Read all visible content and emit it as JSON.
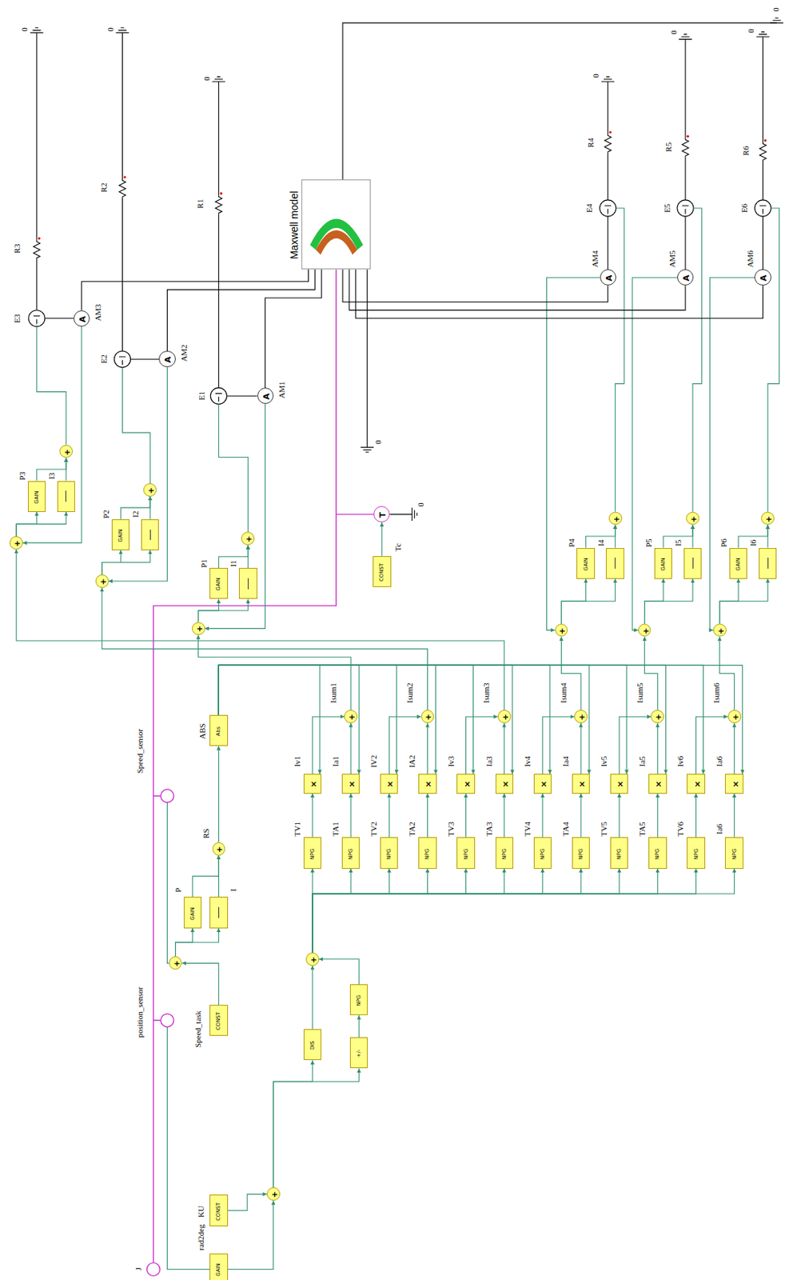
{
  "diagram": {
    "nodes": [
      {
        "text": [
          "Maxwell model"
        ]
      },
      {
        "text": [
          "AM3",
          "A"
        ]
      },
      {
        "text": [
          "AM2",
          "A"
        ]
      },
      {
        "text": [
          "AM1",
          "A"
        ]
      },
      {
        "text": [
          "AM4",
          "A"
        ]
      },
      {
        "text": [
          "AM5",
          "A"
        ]
      },
      {
        "text": [
          "AM6",
          "A"
        ]
      },
      {
        "text": [
          "T"
        ]
      },
      {
        "text": [
          "Tc",
          "CONST"
        ]
      },
      {
        "text": [
          "+"
        ]
      },
      {
        "text": [
          "P3",
          "GAIN"
        ]
      },
      {
        "text": [
          "I3"
        ]
      },
      {
        "text": [
          "+"
        ]
      },
      {
        "text": [
          "+"
        ]
      },
      {
        "text": [
          "P2",
          "GAIN"
        ]
      },
      {
        "text": [
          "I2"
        ]
      },
      {
        "text": [
          "+"
        ]
      },
      {
        "text": [
          "+"
        ]
      },
      {
        "text": [
          "P1",
          "GAIN"
        ]
      },
      {
        "text": [
          "I1"
        ]
      },
      {
        "text": [
          "+"
        ]
      },
      {
        "text": [
          "+"
        ]
      },
      {
        "text": [
          "P4",
          "GAIN"
        ]
      },
      {
        "text": [
          "I4"
        ]
      },
      {
        "text": [
          "+"
        ]
      },
      {
        "text": [
          "+"
        ]
      },
      {
        "text": [
          "P5",
          "GAIN"
        ]
      },
      {
        "text": [
          "I5"
        ]
      },
      {
        "text": [
          "+"
        ]
      },
      {
        "text": [
          "+"
        ]
      },
      {
        "text": [
          "P6",
          "GAIN"
        ]
      },
      {
        "text": [
          "I6"
        ]
      },
      {
        "text": [
          "+"
        ]
      },
      {
        "text": [
          "ABS",
          "Abs"
        ]
      },
      {
        "text": [
          "RS",
          "+"
        ]
      },
      {
        "text": [
          "P",
          "GAIN"
        ]
      },
      {
        "text": [
          "I"
        ]
      },
      {
        "text": [
          "+"
        ]
      },
      {
        "text": [
          "Speed_task",
          "CONST"
        ]
      },
      {
        "text": [
          "Isum1",
          "+"
        ]
      },
      {
        "text": [
          "Iv1",
          "×"
        ]
      },
      {
        "text": [
          "Ia1",
          "×"
        ]
      },
      {
        "text": [
          "TV1",
          "NPG"
        ]
      },
      {
        "text": [
          "TA1",
          "NPG"
        ]
      },
      {
        "text": [
          "Isum2",
          "+"
        ]
      },
      {
        "text": [
          "IV2",
          "×"
        ]
      },
      {
        "text": [
          "IA2",
          "×"
        ]
      },
      {
        "text": [
          "TV2",
          "NPG"
        ]
      },
      {
        "text": [
          "TA2",
          "NPG"
        ]
      },
      {
        "text": [
          "Isum3",
          "+"
        ]
      },
      {
        "text": [
          "Iv3",
          "×"
        ]
      },
      {
        "text": [
          "Ia3",
          "×"
        ]
      },
      {
        "text": [
          "TV3",
          "NPG"
        ]
      },
      {
        "text": [
          "TA3",
          "NPG"
        ]
      },
      {
        "text": [
          "Isum4",
          "+"
        ]
      },
      {
        "text": [
          "Iv4",
          "×"
        ]
      },
      {
        "text": [
          "Ia4",
          "×"
        ]
      },
      {
        "text": [
          "TV4",
          "NPG"
        ]
      },
      {
        "text": [
          "TA4",
          "NPG"
        ]
      },
      {
        "text": [
          "Isum5",
          "+"
        ]
      },
      {
        "text": [
          "Iv5",
          "×"
        ]
      },
      {
        "text": [
          "Ia5",
          "×"
        ]
      },
      {
        "text": [
          "TV5",
          "NPG"
        ]
      },
      {
        "text": [
          "TA5",
          "NPG"
        ]
      },
      {
        "text": [
          "Isum6",
          "+"
        ]
      },
      {
        "text": [
          "Iv6",
          "×"
        ]
      },
      {
        "text": [
          "Ia6",
          "×"
        ]
      },
      {
        "text": [
          "TV6",
          "NPG"
        ]
      },
      {
        "text": [
          "Ia6",
          "NPG"
        ]
      },
      {
        "text": [
          "+"
        ]
      },
      {
        "text": [
          "DIS"
        ]
      },
      {
        "text": [
          "NPG"
        ]
      },
      {
        "text": [
          "+/-"
        ]
      },
      {
        "text": [
          "+"
        ]
      },
      {
        "text": [
          "KU",
          "CONST"
        ]
      },
      {
        "text": [
          "rad2deg",
          "GAIN"
        ]
      }
    ],
    "edges": [
      {
        "from": 74,
        "to": 73,
        "arrow": "to"
      },
      {
        "from": 75,
        "to": 73,
        "arrow": "to"
      },
      {
        "from": 73,
        "to": 70,
        "arrow": "to"
      },
      {
        "from": 73,
        "to": 72,
        "arrow": "to"
      },
      {
        "from": 72,
        "to": 71,
        "arrow": "to"
      },
      {
        "from": 70,
        "to": 69,
        "arrow": "to"
      },
      {
        "from": 71,
        "to": 69,
        "arrow": "to"
      },
      {
        "from": 69,
        "to": 42,
        "arrow": "to"
      },
      {
        "from": 69,
        "to": 43,
        "arrow": "to"
      },
      {
        "from": 69,
        "to": 47,
        "arrow": "to"
      },
      {
        "from": 69,
        "to": 48,
        "arrow": "to"
      },
      {
        "from": 69,
        "to": 52,
        "arrow": "to"
      },
      {
        "from": 69,
        "to": 53,
        "arrow": "to"
      },
      {
        "from": 69,
        "to": 57,
        "arrow": "to"
      },
      {
        "from": 69,
        "to": 58,
        "arrow": "to"
      },
      {
        "from": 69,
        "to": 62,
        "arrow": "to"
      },
      {
        "from": 69,
        "to": 63,
        "arrow": "to"
      },
      {
        "from": 69,
        "to": 67,
        "arrow": "to"
      },
      {
        "from": 69,
        "to": 68,
        "arrow": "to"
      },
      {
        "from": 42,
        "to": 40,
        "arrow": "to"
      },
      {
        "from": 43,
        "to": 41,
        "arrow": "to"
      },
      {
        "from": 47,
        "to": 45,
        "arrow": "to"
      },
      {
        "from": 48,
        "to": 46,
        "arrow": "to"
      },
      {
        "from": 52,
        "to": 50,
        "arrow": "to"
      },
      {
        "from": 53,
        "to": 51,
        "arrow": "to"
      },
      {
        "from": 57,
        "to": 55,
        "arrow": "to"
      },
      {
        "from": 58,
        "to": 56,
        "arrow": "to"
      },
      {
        "from": 62,
        "to": 60,
        "arrow": "to"
      },
      {
        "from": 63,
        "to": 61,
        "arrow": "to"
      },
      {
        "from": 67,
        "to": 65,
        "arrow": "to"
      },
      {
        "from": 68,
        "to": 66,
        "arrow": "to"
      },
      {
        "from": 33,
        "to": 40,
        "arrow": "to"
      },
      {
        "from": 33,
        "to": 41,
        "arrow": "to"
      },
      {
        "from": 33,
        "to": 45,
        "arrow": "to"
      },
      {
        "from": 33,
        "to": 46,
        "arrow": "to"
      },
      {
        "from": 33,
        "to": 50,
        "arrow": "to"
      },
      {
        "from": 33,
        "to": 51,
        "arrow": "to"
      },
      {
        "from": 33,
        "to": 55,
        "arrow": "to"
      },
      {
        "from": 33,
        "to": 56,
        "arrow": "to"
      },
      {
        "from": 33,
        "to": 60,
        "arrow": "to"
      },
      {
        "from": 33,
        "to": 61,
        "arrow": "to"
      },
      {
        "from": 33,
        "to": 65,
        "arrow": "to"
      },
      {
        "from": 33,
        "to": 66,
        "arrow": "to"
      },
      {
        "from": 40,
        "to": 39,
        "arrow": "to"
      },
      {
        "from": 41,
        "to": 39,
        "arrow": "to"
      },
      {
        "from": 45,
        "to": 44,
        "arrow": "to"
      },
      {
        "from": 46,
        "to": 44,
        "arrow": "to"
      },
      {
        "from": 50,
        "to": 49,
        "arrow": "to"
      },
      {
        "from": 51,
        "to": 49,
        "arrow": "to"
      },
      {
        "from": 55,
        "to": 54,
        "arrow": "to"
      },
      {
        "from": 56,
        "to": 54,
        "arrow": "to"
      },
      {
        "from": 60,
        "to": 59,
        "arrow": "to"
      },
      {
        "from": 61,
        "to": 59,
        "arrow": "to"
      },
      {
        "from": 65,
        "to": 64,
        "arrow": "to"
      },
      {
        "from": 66,
        "to": 64,
        "arrow": "to"
      },
      {
        "from": 39,
        "to": 20,
        "arrow": "to"
      },
      {
        "from": 44,
        "to": 16,
        "arrow": "to"
      },
      {
        "from": 49,
        "to": 12,
        "arrow": "to"
      },
      {
        "from": 54,
        "to": 24,
        "arrow": "to"
      },
      {
        "from": 59,
        "to": 28,
        "arrow": "to"
      },
      {
        "from": 64,
        "to": 32,
        "arrow": "to"
      },
      {
        "from": 12,
        "to": 10,
        "arrow": "to"
      },
      {
        "from": 12,
        "to": 11,
        "arrow": "to"
      },
      {
        "from": 16,
        "to": 14,
        "arrow": "to"
      },
      {
        "from": 16,
        "to": 15,
        "arrow": "to"
      },
      {
        "from": 20,
        "to": 18,
        "arrow": "to"
      },
      {
        "from": 20,
        "to": 19,
        "arrow": "to"
      },
      {
        "from": 24,
        "to": 22,
        "arrow": "to"
      },
      {
        "from": 24,
        "to": 23,
        "arrow": "to"
      },
      {
        "from": 28,
        "to": 26,
        "arrow": "to"
      },
      {
        "from": 28,
        "to": 27,
        "arrow": "to"
      },
      {
        "from": 32,
        "to": 30,
        "arrow": "to"
      },
      {
        "from": 32,
        "to": 31,
        "arrow": "to"
      },
      {
        "from": 10,
        "to": 9,
        "arrow": "to"
      },
      {
        "from": 11,
        "to": 9,
        "arrow": "to"
      },
      {
        "from": 14,
        "to": 13,
        "arrow": "to"
      },
      {
        "from": 15,
        "to": 13,
        "arrow": "to"
      },
      {
        "from": 18,
        "to": 17,
        "arrow": "to"
      },
      {
        "from": 19,
        "to": 17,
        "arrow": "to"
      },
      {
        "from": 22,
        "to": 21,
        "arrow": "to"
      },
      {
        "from": 23,
        "to": 21,
        "arrow": "to"
      },
      {
        "from": 26,
        "to": 25,
        "arrow": "to"
      },
      {
        "from": 27,
        "to": 25,
        "arrow": "to"
      },
      {
        "from": 30,
        "to": 29,
        "arrow": "to"
      },
      {
        "from": 31,
        "to": 29,
        "arrow": "to"
      },
      {
        "from": 1,
        "to": 12,
        "arrow": "to"
      },
      {
        "from": 2,
        "to": 16,
        "arrow": "to"
      },
      {
        "from": 3,
        "to": 20,
        "arrow": "to"
      },
      {
        "from": 4,
        "to": 24,
        "arrow": "to"
      },
      {
        "from": 5,
        "to": 28,
        "arrow": "to"
      },
      {
        "from": 6,
        "to": 32,
        "arrow": "to"
      },
      {
        "from": 1,
        "to": 0,
        "arrow": "none"
      },
      {
        "from": 2,
        "to": 0,
        "arrow": "none"
      },
      {
        "from": 3,
        "to": 0,
        "arrow": "none"
      },
      {
        "from": 4,
        "to": 0,
        "arrow": "none"
      },
      {
        "from": 5,
        "to": 0,
        "arrow": "none"
      },
      {
        "from": 6,
        "to": 0,
        "arrow": "none"
      },
      {
        "from": 38,
        "to": 37,
        "arrow": "to"
      },
      {
        "from": 37,
        "to": 35,
        "arrow": "to"
      },
      {
        "from": 37,
        "to": 36,
        "arrow": "to"
      },
      {
        "from": 35,
        "to": 34,
        "arrow": "to"
      },
      {
        "from": 36,
        "to": 34,
        "arrow": "to"
      },
      {
        "from": 34,
        "to": 33,
        "arrow": "to"
      },
      {
        "from": 8,
        "to": 7,
        "arrow": "to"
      }
    ],
    "labels": [
      "0",
      "0",
      "0",
      "R3",
      "R2",
      "R1",
      "E3",
      "E2",
      "E1",
      "0",
      "0",
      "0",
      "0",
      "R4",
      "R5",
      "R6",
      "E4",
      "E5",
      "E6",
      "0",
      "0",
      "Speed_sensor",
      "position_sensor",
      "J"
    ]
  }
}
